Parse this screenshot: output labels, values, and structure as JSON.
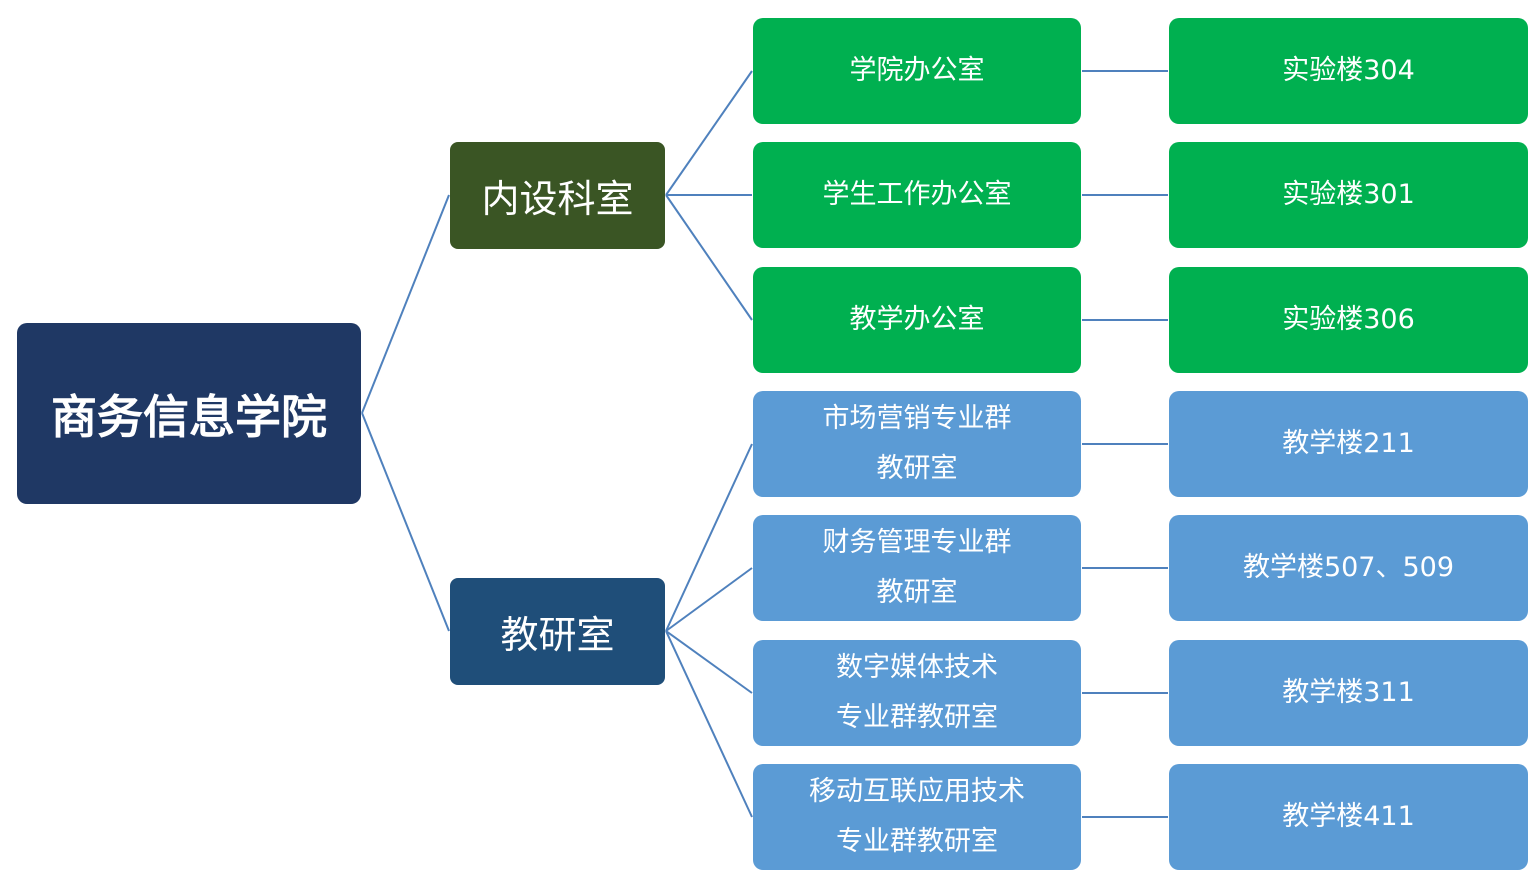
{
  "root": {
    "label": "商务信息学院"
  },
  "colors": {
    "root": "#1f3864",
    "admin_category": "#3a5524",
    "teaching_category": "#1f4e79",
    "admin_nodes": "#00b050",
    "teaching_nodes": "#5b9bd5",
    "connector": "#4f81bd"
  },
  "categories": [
    {
      "label": "内设科室",
      "departments": [
        {
          "lines": [
            "学院办公室"
          ],
          "location": "实验楼304"
        },
        {
          "lines": [
            "学生工作办公室"
          ],
          "location": "实验楼301"
        },
        {
          "lines": [
            "教学办公室"
          ],
          "location": "实验楼306"
        }
      ]
    },
    {
      "label": "教研室",
      "departments": [
        {
          "lines": [
            "市场营销专业群",
            "教研室"
          ],
          "location": "教学楼211"
        },
        {
          "lines": [
            "财务管理专业群",
            "教研室"
          ],
          "location": "教学楼507、509"
        },
        {
          "lines": [
            "数字媒体技术",
            "专业群教研室"
          ],
          "location": "教学楼311"
        },
        {
          "lines": [
            "移动互联应用技术",
            "专业群教研室"
          ],
          "location": "教学楼411"
        }
      ]
    }
  ]
}
